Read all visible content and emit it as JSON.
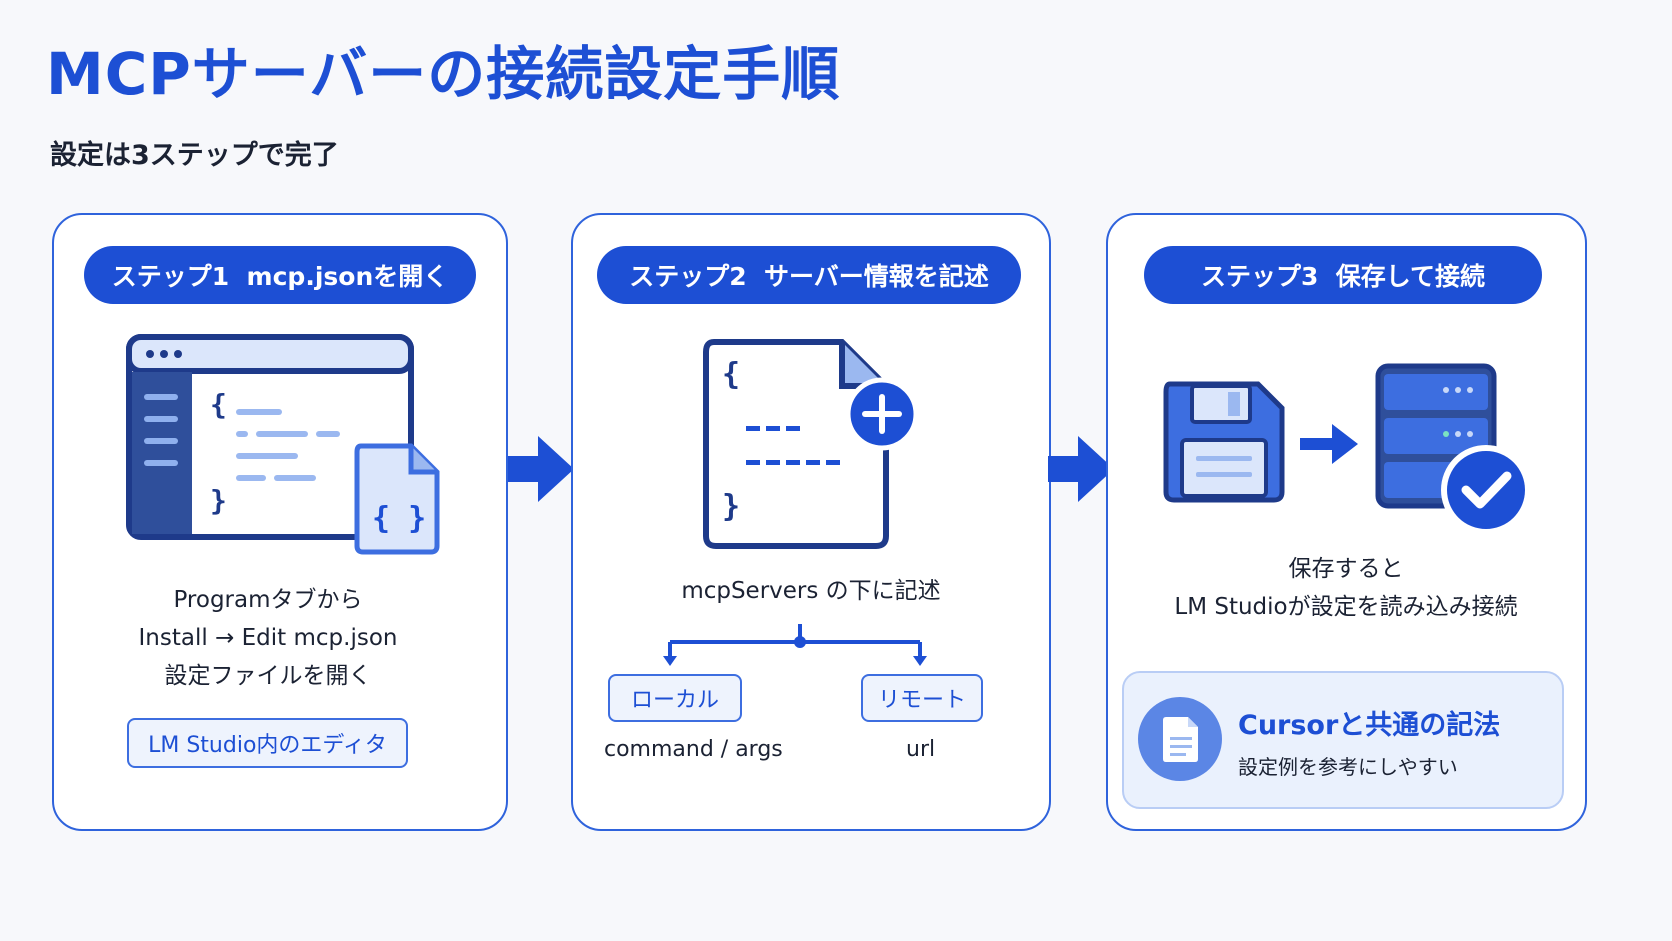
{
  "title": "MCPサーバーの接続設定手順",
  "subtitle": "設定は3ステップで完了",
  "step1": {
    "label": "ステップ1  mcp.jsonを開く",
    "lines": [
      "Programタブから",
      "Install → Edit mcp.json",
      "設定ファイルを開く"
    ],
    "tag": "LM Studio内のエディタ"
  },
  "step2": {
    "label": "ステップ2  サーバー情報を記述",
    "caption": "mcpServers の下に記述",
    "branches": [
      {
        "tag": "ローカル",
        "label": "command / args"
      },
      {
        "tag": "リモート",
        "label": "url"
      }
    ]
  },
  "step3": {
    "label": "ステップ3  保存して接続",
    "lines": [
      "保存すると",
      "LM Studioが設定を読み込み接続"
    ],
    "note": {
      "title": "Cursorと共通の記法",
      "subtitle": "設定例を参考にしやすい"
    }
  },
  "icons": [
    "editor-window-icon",
    "json-file-icon",
    "document-add-icon",
    "floppy-disk-icon",
    "server-icon",
    "check-circle-icon",
    "document-icon"
  ],
  "colors": {
    "accent": "#1d4fd4",
    "border": "#2f63dc",
    "light": "#eaf1fd",
    "dark": "#1e3a8a"
  }
}
